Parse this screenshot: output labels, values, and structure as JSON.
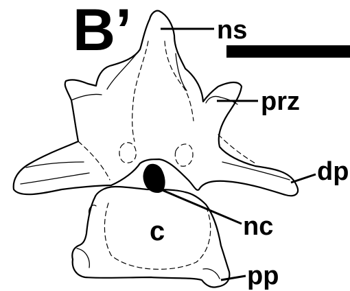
{
  "figure": {
    "panel_label": "B’",
    "labels": {
      "ns": "ns",
      "prz": "prz",
      "dp": "dp",
      "nc": "nc",
      "c": "c",
      "pp": "pp"
    }
  },
  "colors": {
    "ink": "#000000",
    "background": "#ffffff"
  }
}
